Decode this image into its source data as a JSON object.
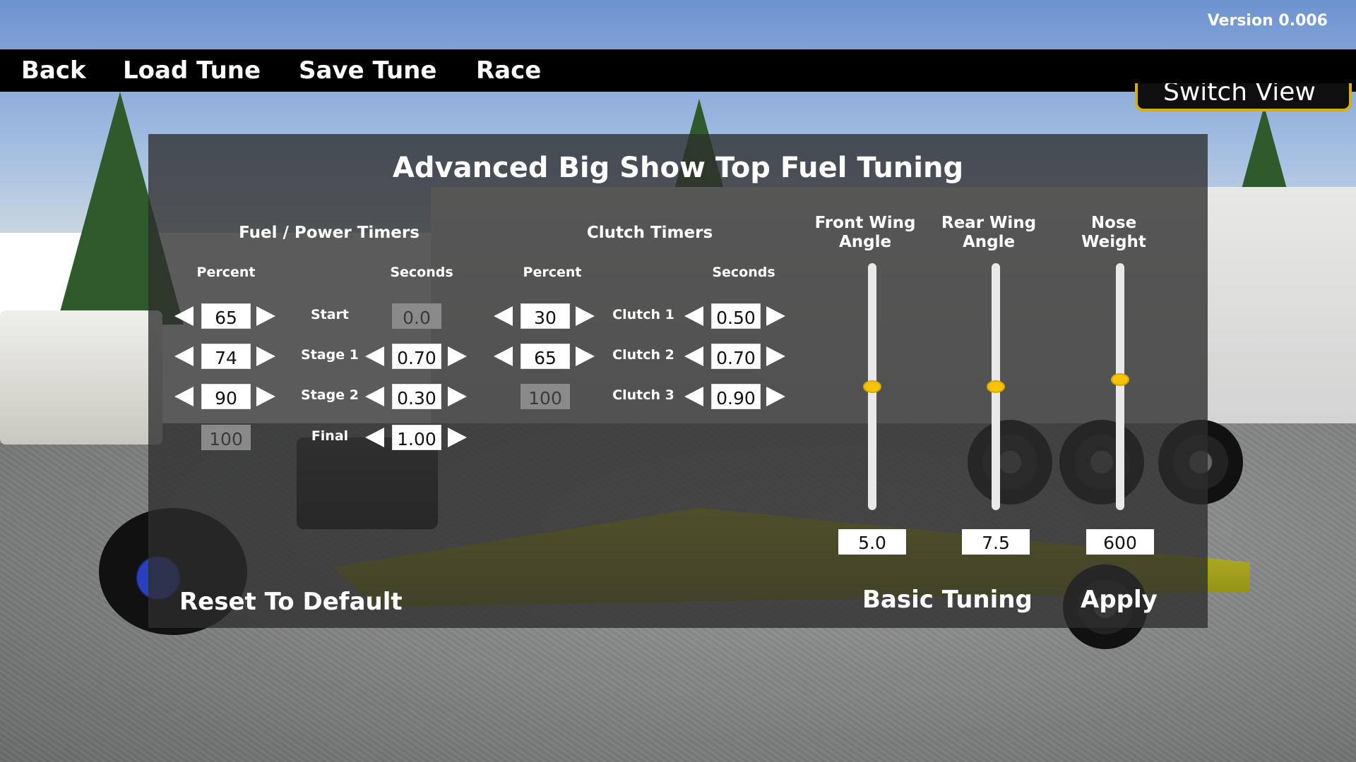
{
  "version": "Version 0.006",
  "menu": {
    "back": "Back",
    "load": "Load Tune",
    "save": "Save Tune",
    "race": "Race"
  },
  "switch_view": "Switch View",
  "panel": {
    "title": "Advanced Big Show Top Fuel Tuning",
    "fuel": {
      "header": "Fuel / Power Timers",
      "percent_header": "Percent",
      "seconds_header": "Seconds",
      "rows": [
        {
          "label": "Start",
          "percent": "65",
          "seconds": "0.0",
          "percent_editable": true,
          "seconds_editable": false
        },
        {
          "label": "Stage 1",
          "percent": "74",
          "seconds": "0.70",
          "percent_editable": true,
          "seconds_editable": true
        },
        {
          "label": "Stage 2",
          "percent": "90",
          "seconds": "0.30",
          "percent_editable": true,
          "seconds_editable": true
        },
        {
          "label": "Final",
          "percent": "100",
          "seconds": "1.00",
          "percent_editable": false,
          "seconds_editable": true
        }
      ]
    },
    "clutch": {
      "header": "Clutch Timers",
      "percent_header": "Percent",
      "seconds_header": "Seconds",
      "rows": [
        {
          "label": "Clutch 1",
          "percent": "30",
          "seconds": "0.50",
          "percent_editable": true
        },
        {
          "label": "Clutch 2",
          "percent": "65",
          "seconds": "0.70",
          "percent_editable": true
        },
        {
          "label": "Clutch 3",
          "percent": "100",
          "seconds": "0.90",
          "percent_editable": false
        }
      ]
    },
    "sliders": [
      {
        "line1": "Front Wing",
        "line2": "Angle",
        "value": "5.0",
        "level": 0.5
      },
      {
        "line1": "Rear Wing",
        "line2": "Angle",
        "value": "7.5",
        "level": 0.5
      },
      {
        "line1": "Nose",
        "line2": "Weight",
        "value": "600",
        "level": 0.53
      }
    ],
    "reset": "Reset To Default",
    "basic": "Basic Tuning",
    "apply": "Apply"
  },
  "colors": {
    "accent": "#f5c400",
    "panel": "#2d2d2d",
    "disabled": "#8a8a8a"
  },
  "icons": {
    "arrow_left": "triangle-left-icon",
    "arrow_right": "triangle-right-icon"
  }
}
